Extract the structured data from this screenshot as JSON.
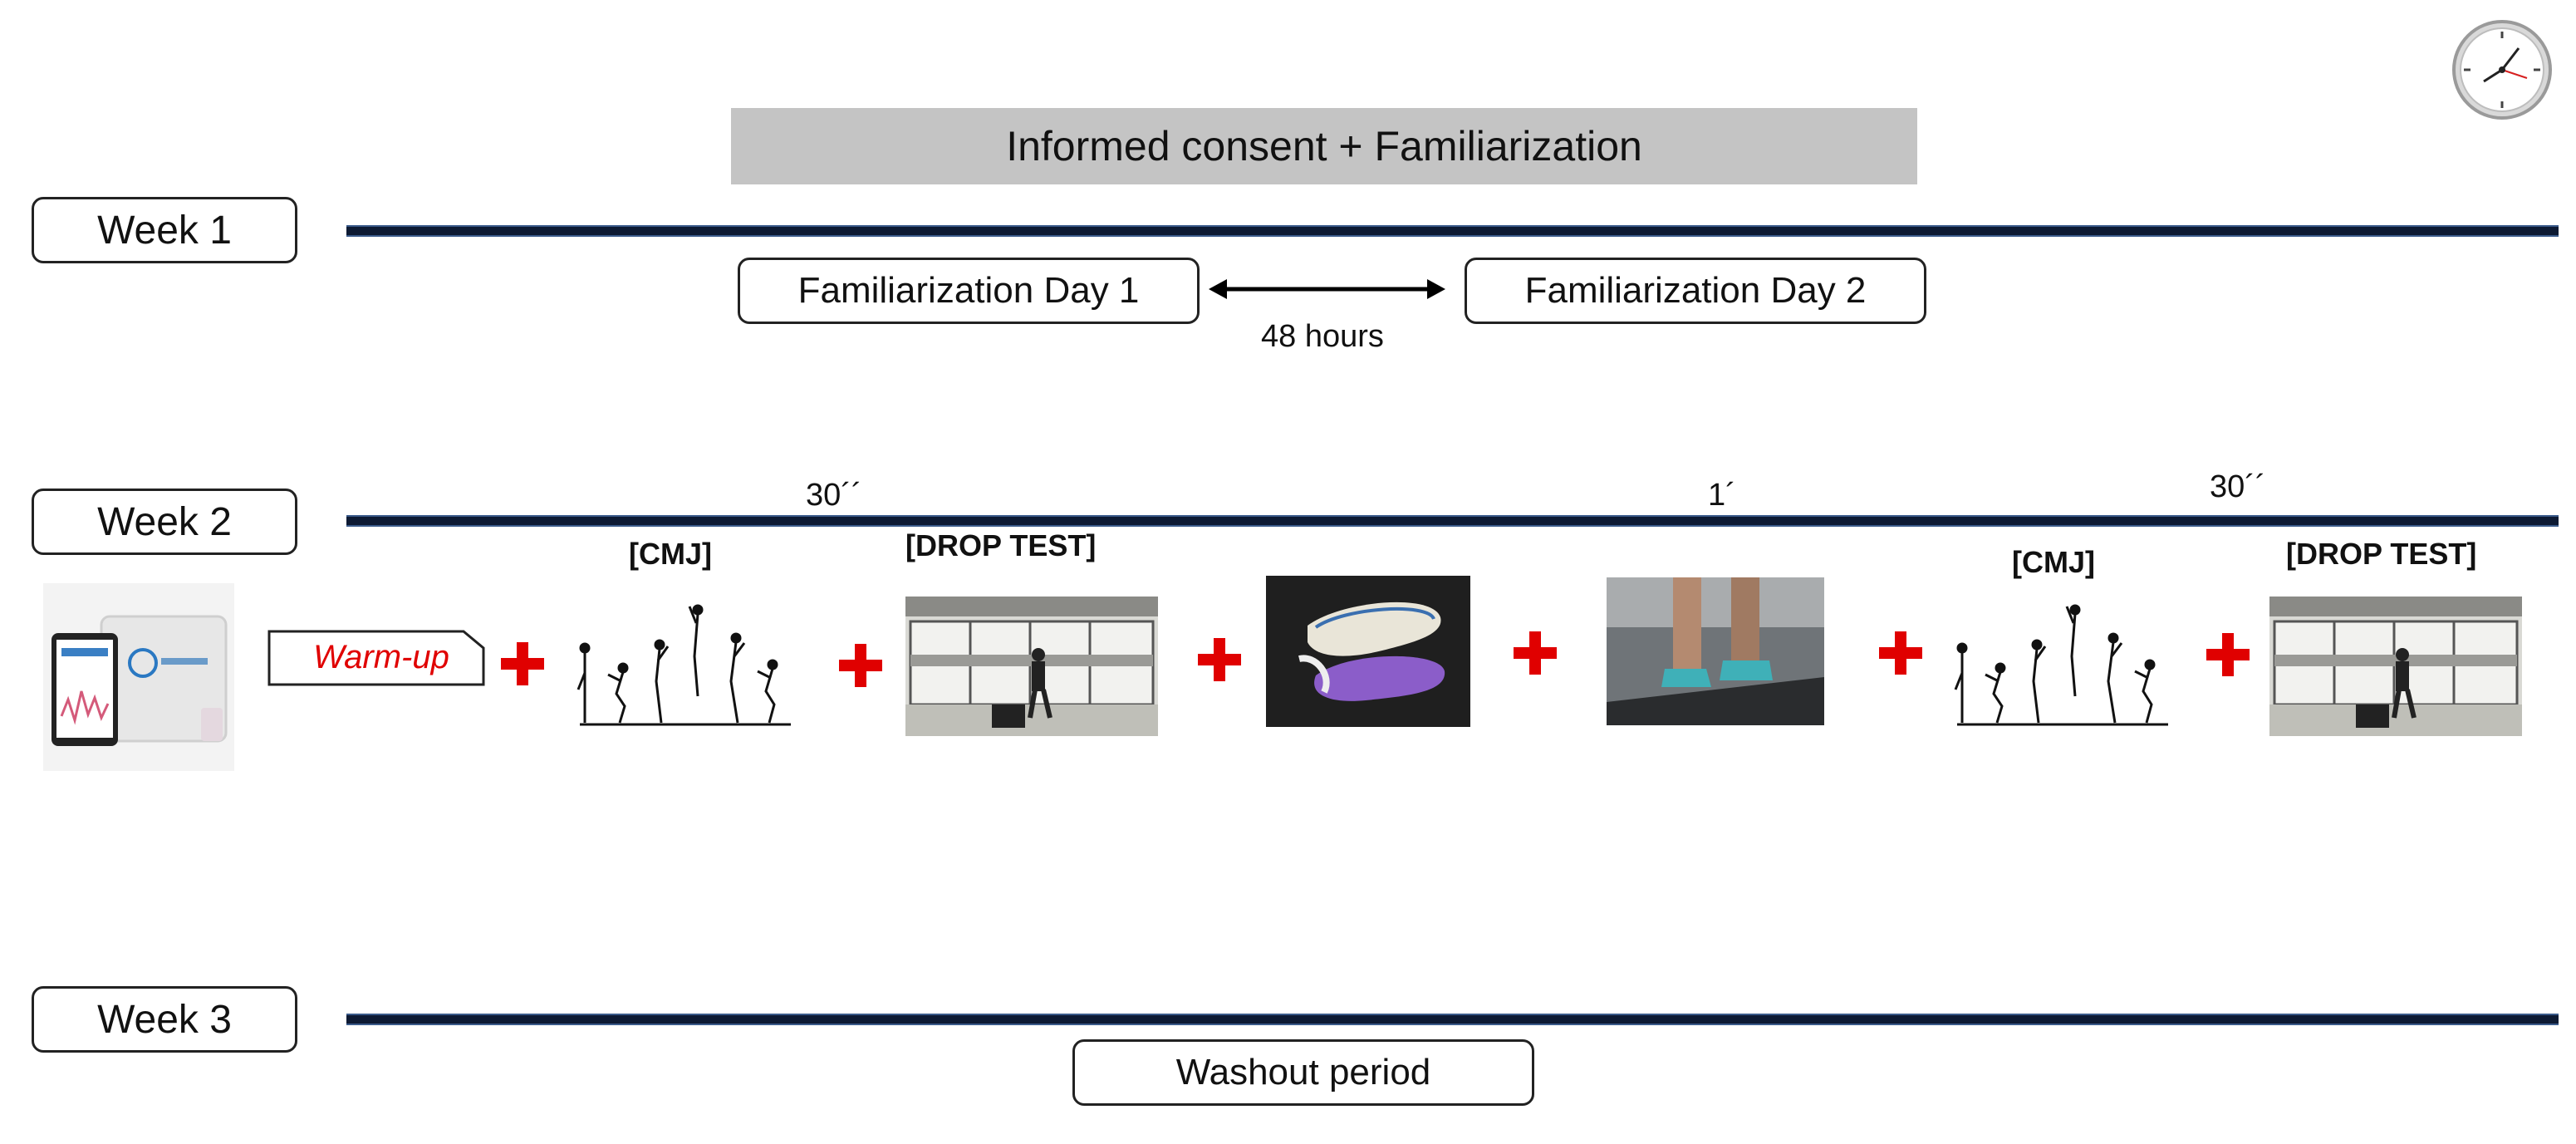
{
  "weeks": {
    "week1": "Week 1",
    "week2": "Week 2",
    "week3": "Week 3"
  },
  "week1": {
    "banner": "Informed consent + Familiarization",
    "day1": "Familiarization Day 1",
    "day2": "Familiarization Day 2",
    "interval": "48 hours"
  },
  "week2": {
    "rest1": "30´´",
    "rest2": "1´",
    "rest3": "30´´",
    "warmup": "Warm-up",
    "cmj_label": "[CMJ]",
    "drop_label": "[DROP TEST]"
  },
  "week3": {
    "washout": "Washout period"
  },
  "icons": {
    "clock": "clock-icon",
    "plus": "plus-icon",
    "device": "sensor-device-icon",
    "cmj": "jump-sequence-icon",
    "insoles": "insoles-icon",
    "running": "treadmill-running-icon"
  },
  "colors": {
    "timeline": "#0d1a33",
    "accent": "#e00000",
    "banner": "#c4c4c4"
  }
}
